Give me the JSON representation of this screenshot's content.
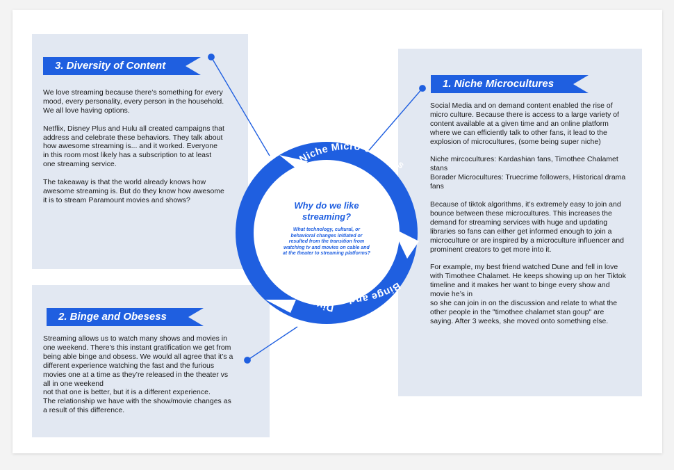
{
  "center": {
    "title": "Why do we like streaming?",
    "subtitle": "What technology, cultural, or behavioral changes initiated or resulted from the transition from watching tv and movies on cable and at the theater to streaming platforms?"
  },
  "ring_labels": {
    "top": "Niche Micro-cultures",
    "left": "Diversity of Content",
    "bottom": "Binge and Obsesss"
  },
  "sections": {
    "diversity": {
      "heading": "3. Diversity of Content",
      "body": "We love streaming because there’s something for every mood, every personality, every person in the household. We all love having options.\n\nNetflix, Disney Plus and Hulu all created campaigns that address and celebrate these behaviors. They talk about how awesome streaming is... and it worked. Everyone in this room most likely has a subscription to at least one streaming service.\n\nThe takeaway is that the world already knows how awesome streaming is. But do they know how awesome it is to stream Paramount movies and shows?"
    },
    "binge": {
      "heading": "2. Binge and Obesess",
      "body": "Streaming allows us to watch many shows and movies in one weekend. There’s this instant gratification we get from being able binge and obsess. We would all agree that it’s a different experience watching the fast and the furious movies one at a time as they’re released in the theater vs all in one weekend\nnot that one is better, but it is a different experience.\nThe relationship we have with the show/movie changes as a result of this difference."
    },
    "niche": {
      "heading": "1. Niche Microcultures",
      "body": "Social Media and on demand content enabled the rise of micro culture. Because there is access to a large variety of content available at a given time and an online platform where we can efficiently talk to other fans, it lead to the explosion of microcultures, (some being super niche)\n\nNiche mircocultures: Kardashian fans, Timothee Chalamet stans\nBorader Microcultures: Truecrime followers, Historical drama fans\n\nBecause of tiktok algorithms, it’s extremely easy to join and bounce between these microcultures. This increases the demand for streaming services with huge and updating libraries so fans can either get informed enough to join a microculture or are inspired by a microculture influencer and prominent creators to get more into it.\n\nFor example, my best friend watched Dune and fell in love with Timothee Chalamet. He keeps showing up on her Tiktok timeline and it makes her want to binge every show and movie he’s in\nso she can join in on the discussion and relate to what the other people in the \"timothee chalamet stan goup\" are saying. After 3 weeks, she moved onto something else."
    }
  },
  "colors": {
    "accent": "#1f5fe0",
    "panel": "#e2e8f2",
    "background": "#ffffff"
  }
}
